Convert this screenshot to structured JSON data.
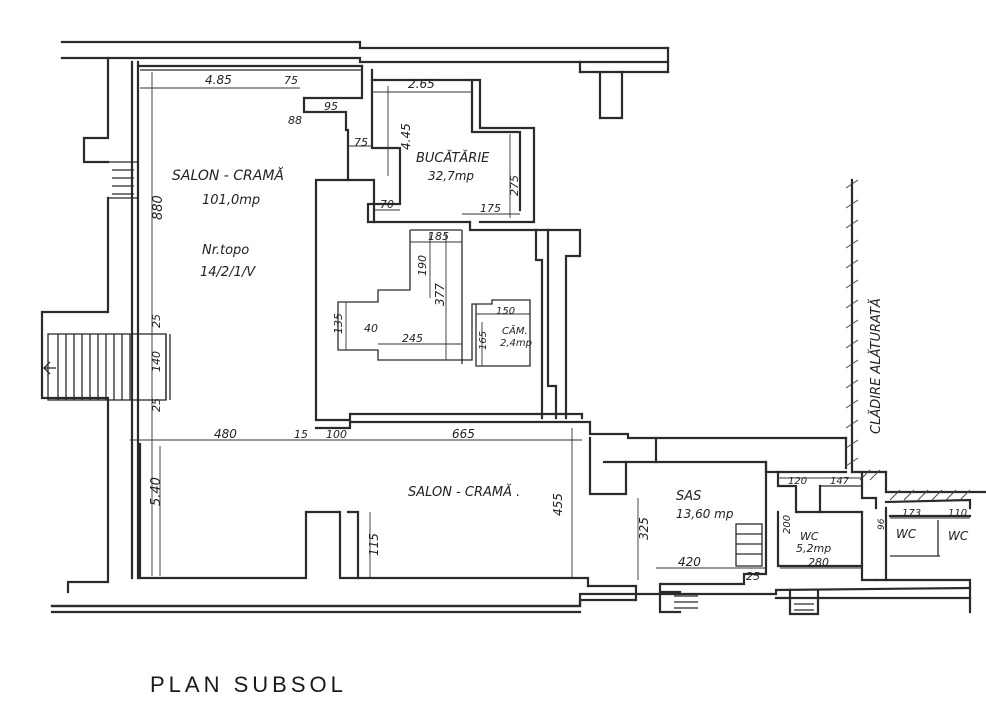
{
  "title": "PLAN SUBSOL",
  "neighbor_label": "CLĂDIRE ALĂTURATĂ",
  "rooms": {
    "salon_upper": {
      "name": "SALON - CRAMĂ",
      "area": "101,0mp",
      "topo_label": "Nr.topo",
      "topo_value": "14/2/1/V"
    },
    "bucatarie": {
      "name": "BUCĂTĂRIE",
      "area": "32,7mp"
    },
    "camara": {
      "name": "CĂM.",
      "area": "2,4mp"
    },
    "salon_lower": {
      "name": "SALON - CRAMĂ ."
    },
    "sas": {
      "name": "SAS",
      "area": "13,60 mp"
    },
    "wc_main": {
      "name": "WC",
      "area": "5,2mp"
    },
    "wc_right1": {
      "name": "WC"
    },
    "wc_right2": {
      "name": "WC"
    }
  },
  "dimensions": {
    "d485": "4.85",
    "d75a": "75",
    "d265": "2.65",
    "d95": "95",
    "d88": "88",
    "d445": "4.45",
    "d75b": "75",
    "d880": "880",
    "d275": "275",
    "d70": "70",
    "d175": "175",
    "d185": "185",
    "d190": "190",
    "d377": "377",
    "d135": "135",
    "d40": "40",
    "d245": "245",
    "d150": "150",
    "d165": "165",
    "d25a": "25",
    "d140": "140",
    "d25b": "25",
    "d480": "480",
    "d15": "15",
    "d100": "100",
    "d665": "665",
    "d540": "5.40",
    "d455": "455",
    "d115": "115",
    "d325": "325",
    "d420": "420",
    "d25c": "25",
    "d120": "120",
    "d147": "147",
    "d200": "200",
    "d280": "280",
    "d173": "173",
    "d110": "110",
    "d96": "96"
  }
}
